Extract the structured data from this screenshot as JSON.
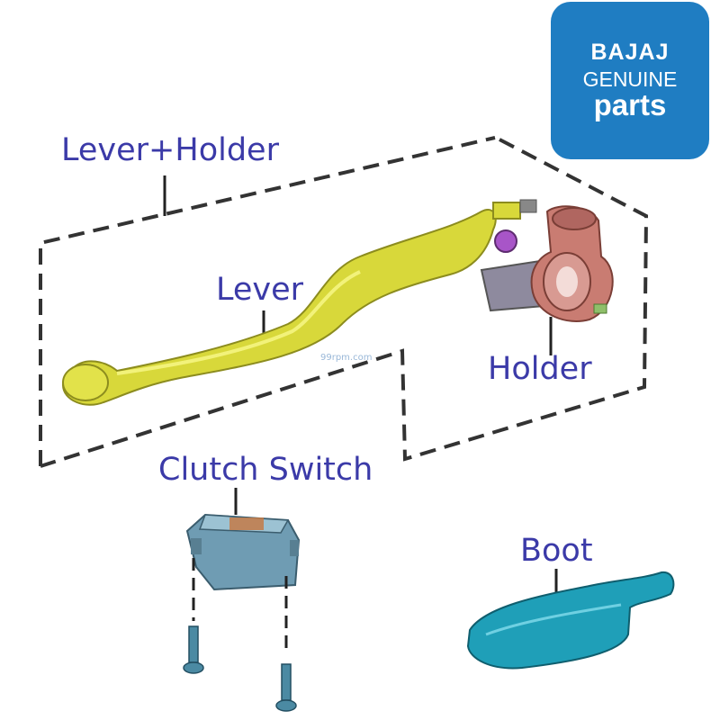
{
  "logo": {
    "brand": "BAJAJ",
    "line2": "GENUINE",
    "line3": "parts"
  },
  "labels": {
    "lever_holder": "Lever+Holder",
    "lever": "Lever",
    "holder": "Holder",
    "clutch_switch": "Clutch Switch",
    "boot": "Boot"
  },
  "watermark": "99rpm.com",
  "colors": {
    "label_text": "#3b3aa8",
    "logo_bg": "#1f7dc2",
    "lever": "#d8d83a",
    "holder": "#c97c72",
    "switch": "#6f9cb3",
    "boot": "#1f9fb8"
  }
}
